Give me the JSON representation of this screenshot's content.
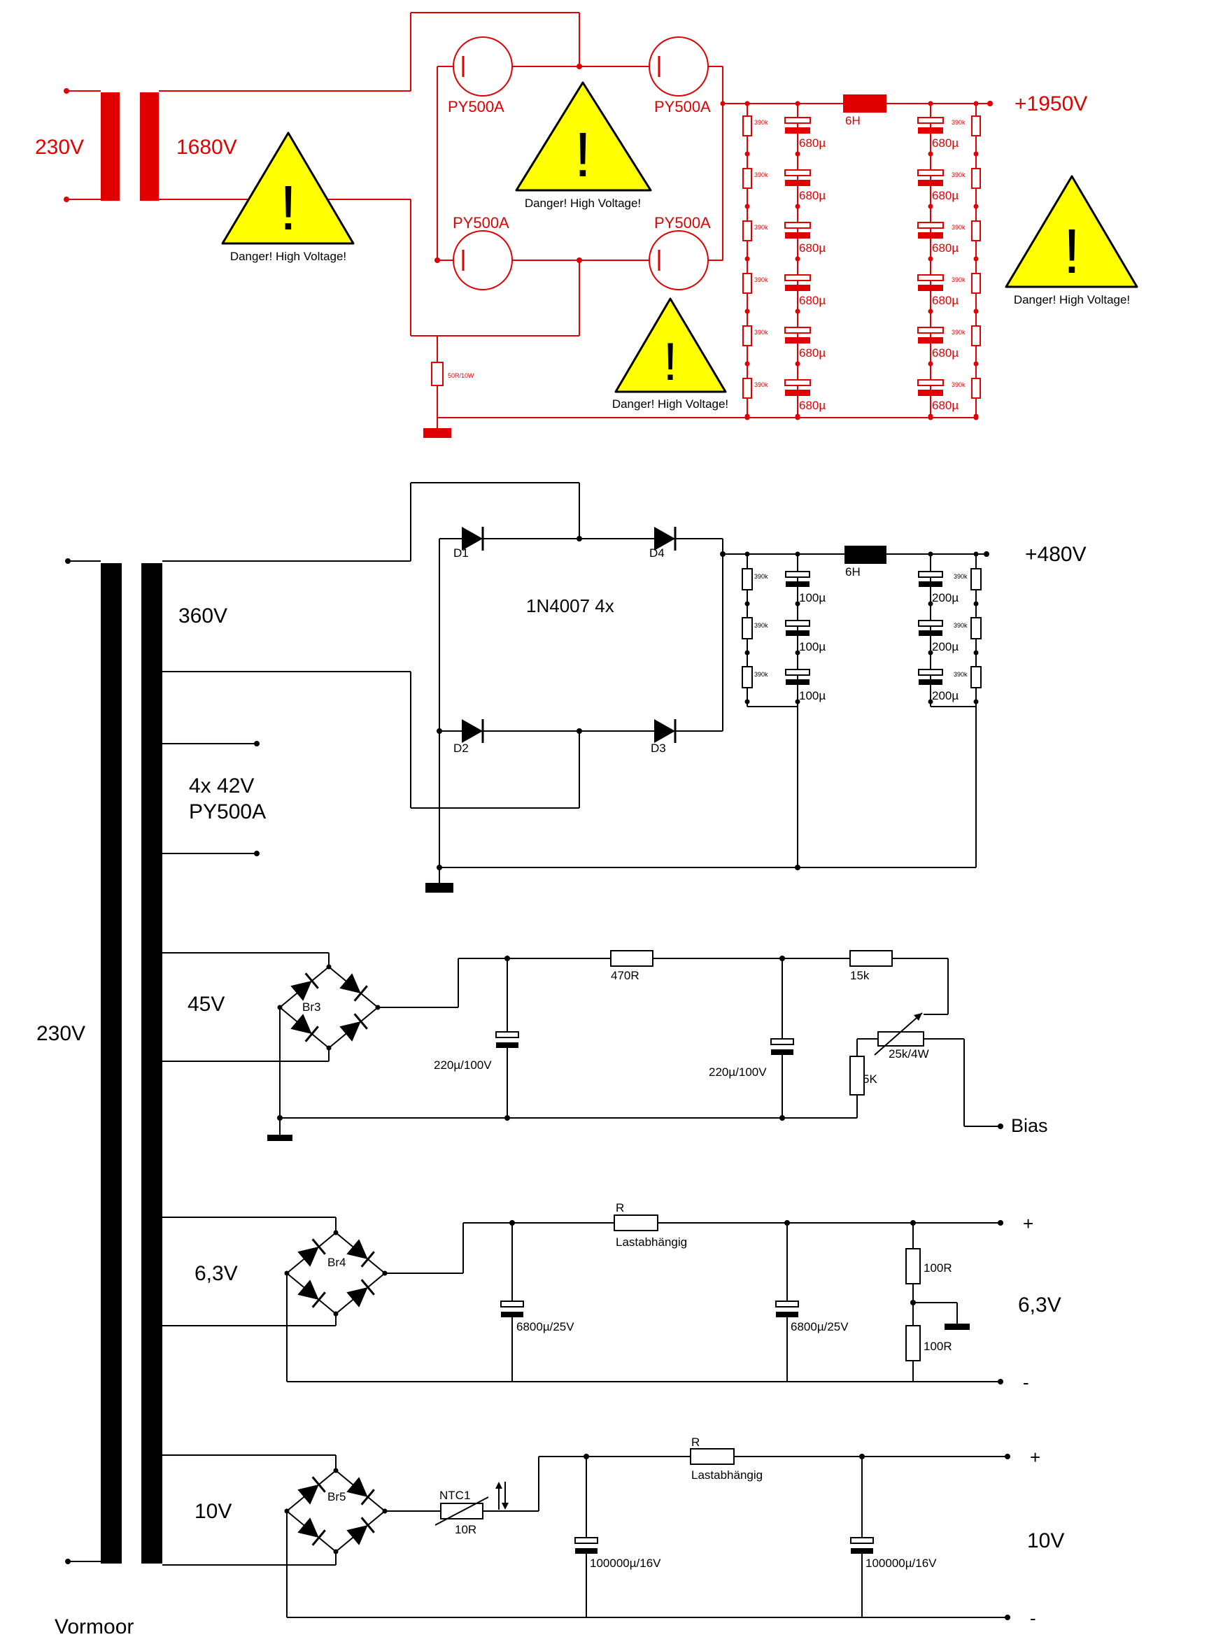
{
  "top_section": {
    "primary_voltage": "230V",
    "secondary_voltage": "1680V",
    "tube_type": "PY500A",
    "output_voltage": "+1950V",
    "choke_label": "6H",
    "cap_value": "680µ",
    "bleeder_value": "390k",
    "sense_resistor": "50R/10W",
    "warning_text": "Danger! High Voltage!",
    "warning_symbol": "!"
  },
  "hv_section": {
    "secondary_voltage": "360V",
    "diode_d1": "D1",
    "diode_d2": "D2",
    "diode_d3": "D3",
    "diode_d4": "D4",
    "diode_part": "1N4007 4x",
    "choke_label": "6H",
    "output_voltage": "+480V",
    "cap_in_value": "100µ",
    "cap_out_value": "200µ",
    "bleeder_value": "390k"
  },
  "heater_winding": {
    "label_line1": "4x 42V",
    "label_line2": "PY500A"
  },
  "bias_section": {
    "winding_voltage": "45V",
    "bridge": "Br3",
    "cap1": "220µ/100V",
    "cap2": "220µ/100V",
    "r1": "470R",
    "r2": "15k",
    "pot": "25k/4W",
    "r3": "5K",
    "output": "Bias"
  },
  "filament_63_section": {
    "winding_voltage": "6,3V",
    "bridge": "Br4",
    "r_label": "R",
    "r_note": "Lastabhängig",
    "cap1": "6800µ/25V",
    "cap2": "6800µ/25V",
    "r_top": "100R",
    "r_bottom": "100R",
    "plus": "+",
    "minus": "-",
    "output_voltage": "6,3V"
  },
  "filament_10_section": {
    "winding_voltage": "10V",
    "bridge": "Br5",
    "ntc_label": "NTC1",
    "ntc_value": "10R",
    "r_label": "R",
    "r_note": "Lastabhängig",
    "cap1": "100000µ/16V",
    "cap2": "100000µ/16V",
    "plus": "+",
    "minus": "-",
    "output_voltage": "10V"
  },
  "main_transformer": {
    "primary_voltage": "230V",
    "caption": "Vormoor"
  },
  "colors": {
    "hv_red": "#e00000",
    "ink": "#000000",
    "warning_yellow": "#ffff00"
  }
}
